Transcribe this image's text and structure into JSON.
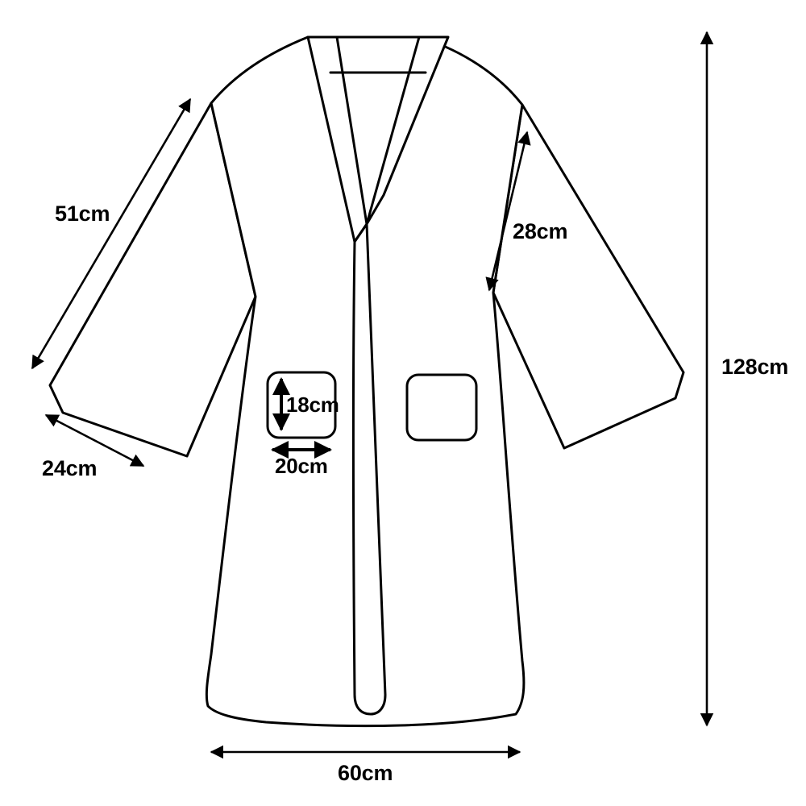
{
  "diagram": {
    "type": "garment-technical-drawing",
    "garment": "bathrobe",
    "view": "front",
    "units": "cm",
    "stroke_color": "#000000",
    "fill_color": "#ffffff",
    "background_color": "#ffffff"
  },
  "measurements": {
    "sleeve_length": {
      "label": "51cm",
      "value": 51,
      "unit": "cm",
      "part": "left-sleeve-length"
    },
    "cuff_width": {
      "label": "24cm",
      "value": 24,
      "unit": "cm",
      "part": "left-sleeve-cuff-opening"
    },
    "armhole_depth": {
      "label": "28cm",
      "value": 28,
      "unit": "cm",
      "part": "right-armhole-depth"
    },
    "pocket_height": {
      "label": "18cm",
      "value": 18,
      "unit": "cm",
      "part": "pocket-height"
    },
    "pocket_width": {
      "label": "20cm",
      "value": 20,
      "unit": "cm",
      "part": "pocket-width"
    },
    "total_length": {
      "label": "128cm",
      "value": 128,
      "unit": "cm",
      "part": "total-garment-length"
    },
    "hem_width": {
      "label": "60cm",
      "value": 60,
      "unit": "cm",
      "part": "bottom-hem-width"
    }
  },
  "parts": {
    "collar": "shawl-collar",
    "left_sleeve": "kimono-sleeve",
    "right_sleeve": "kimono-sleeve",
    "placket": "center-front-band",
    "left_pocket": "patch-pocket",
    "right_pocket": "patch-pocket",
    "body": "a-line-body",
    "hem": "curved-hem"
  }
}
